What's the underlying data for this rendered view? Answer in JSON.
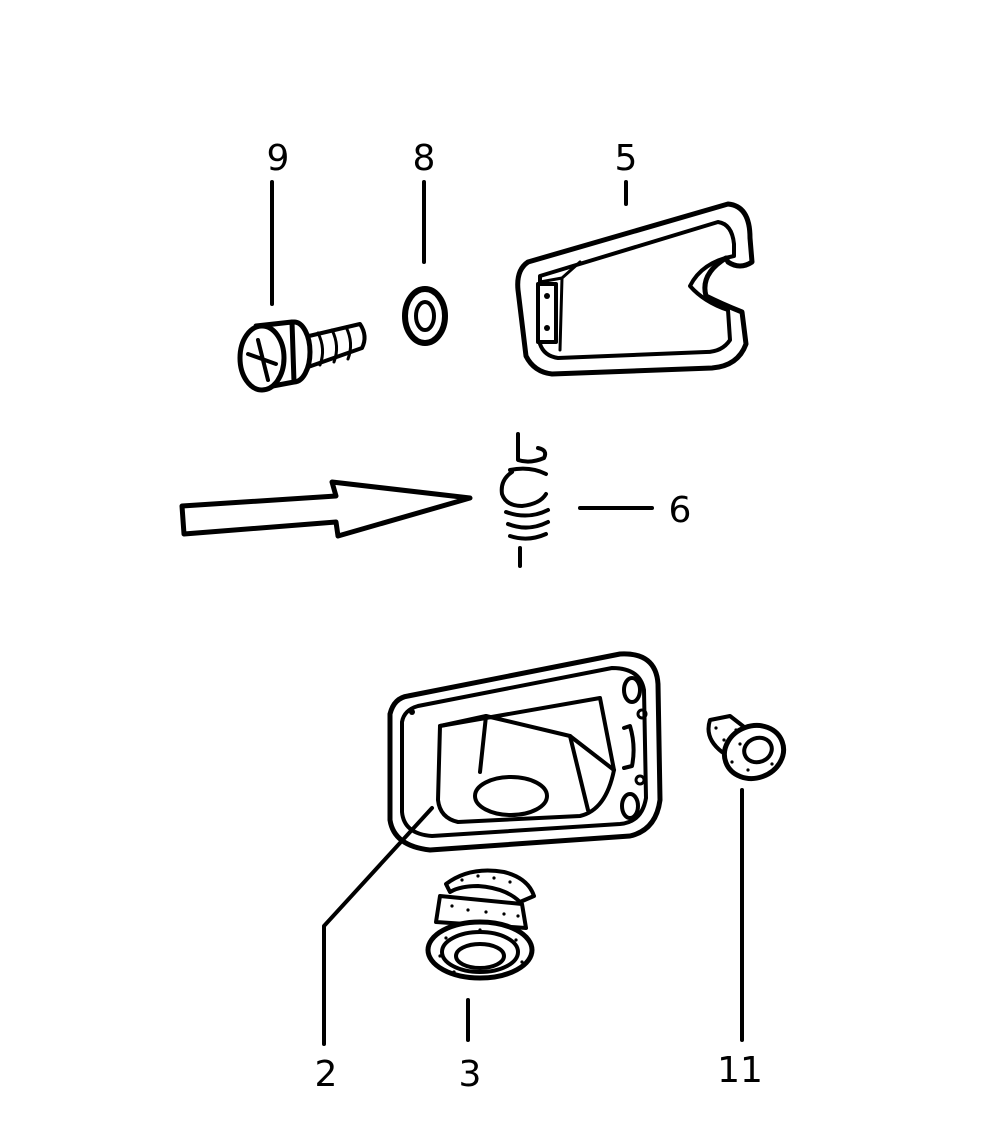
{
  "callouts": [
    {
      "id": "screw",
      "label": "9"
    },
    {
      "id": "washer",
      "label": "8"
    },
    {
      "id": "lens-cover",
      "label": "5"
    },
    {
      "id": "spring",
      "label": "6"
    },
    {
      "id": "lamp-housing",
      "label": "2"
    },
    {
      "id": "grommet",
      "label": "3"
    },
    {
      "id": "plug",
      "label": "11"
    }
  ]
}
